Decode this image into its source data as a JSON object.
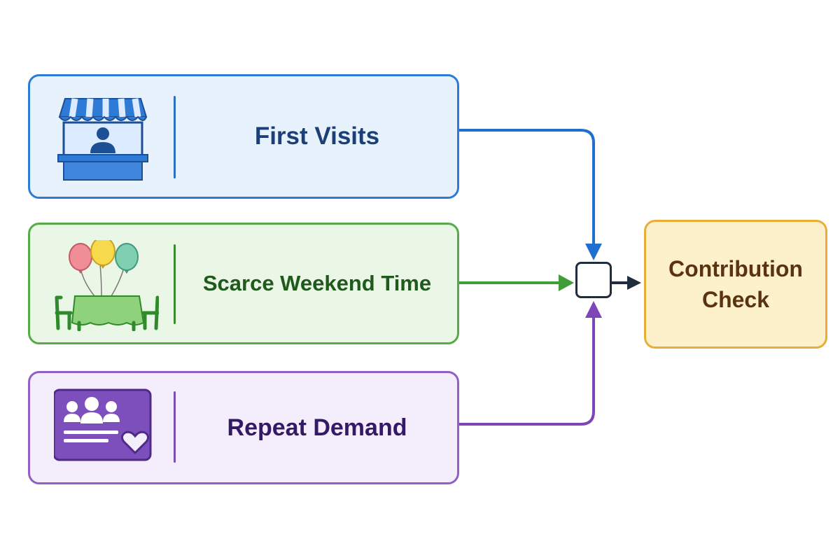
{
  "nodes": {
    "first_visits": {
      "label": "First Visits",
      "icon": "storefront-icon",
      "color": "#2d7bd6"
    },
    "weekend_time": {
      "label": "Scarce Weekend Time",
      "icon": "party-table-icon",
      "color": "#56ab48"
    },
    "repeat_demand": {
      "label": "Repeat Demand",
      "icon": "group-heart-card-icon",
      "color": "#9160c2"
    },
    "result": {
      "label_line1": "Contribution",
      "label_line2": "Check",
      "color": "#e8ae38"
    }
  },
  "junction": {
    "color": "#1f2d3d"
  }
}
